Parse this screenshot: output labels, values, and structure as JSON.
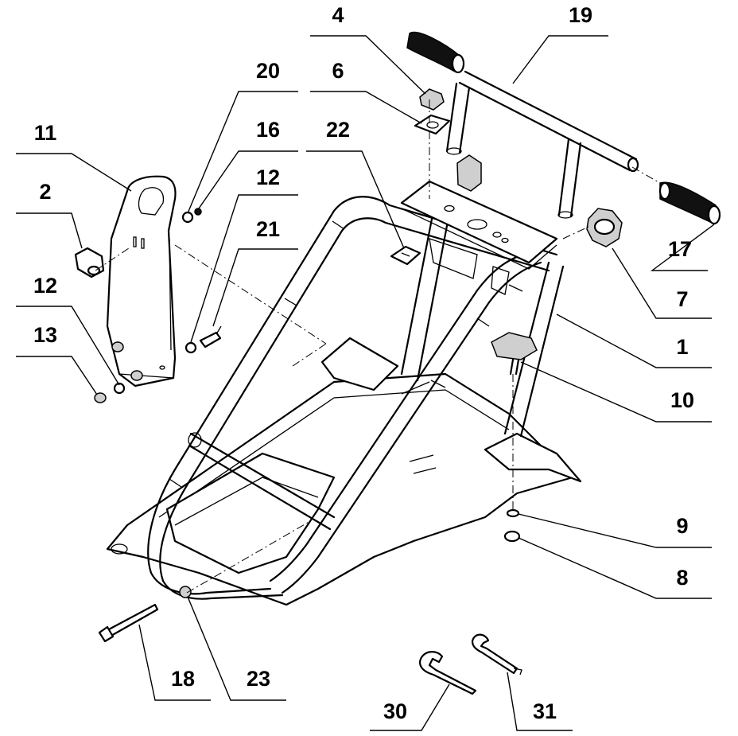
{
  "diagram": {
    "part_labels": [
      {
        "id": "4",
        "text": "4"
      },
      {
        "id": "19",
        "text": "19"
      },
      {
        "id": "20",
        "text": "20"
      },
      {
        "id": "6",
        "text": "6"
      },
      {
        "id": "16",
        "text": "16"
      },
      {
        "id": "11",
        "text": "11"
      },
      {
        "id": "22",
        "text": "22"
      },
      {
        "id": "12a",
        "text": "12"
      },
      {
        "id": "2",
        "text": "2"
      },
      {
        "id": "21",
        "text": "21"
      },
      {
        "id": "17",
        "text": "17"
      },
      {
        "id": "12b",
        "text": "12"
      },
      {
        "id": "7",
        "text": "7"
      },
      {
        "id": "13",
        "text": "13"
      },
      {
        "id": "1",
        "text": "1"
      },
      {
        "id": "10",
        "text": "10"
      },
      {
        "id": "9",
        "text": "9"
      },
      {
        "id": "8",
        "text": "8"
      },
      {
        "id": "18",
        "text": "18"
      },
      {
        "id": "23",
        "text": "23"
      },
      {
        "id": "30",
        "text": "30"
      },
      {
        "id": "31",
        "text": "31"
      }
    ]
  }
}
